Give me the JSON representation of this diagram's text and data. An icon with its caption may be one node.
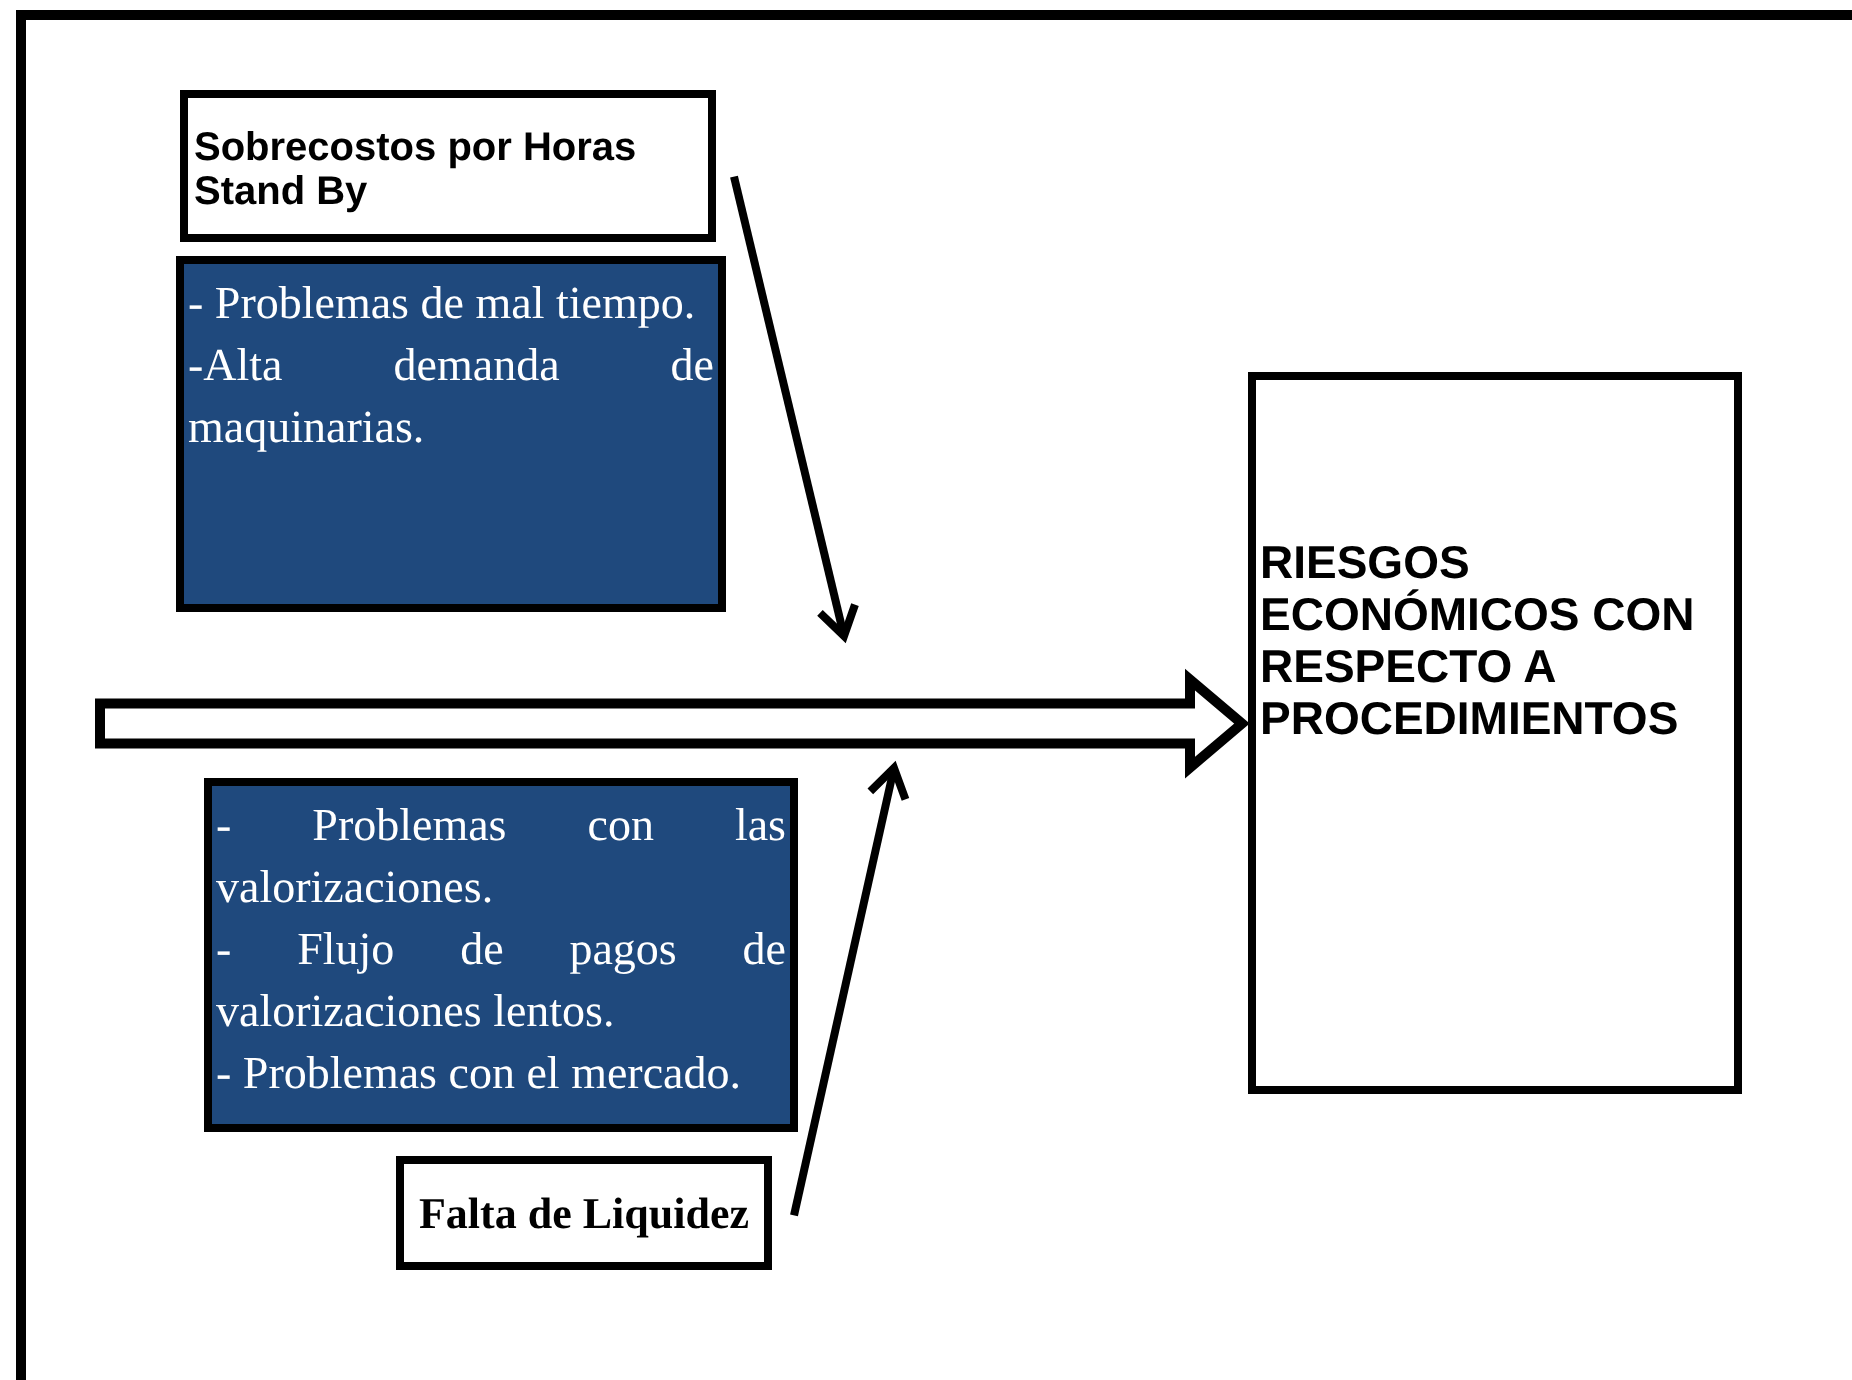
{
  "diagram": {
    "nodes": [
      {
        "text": [
          "Sobrecostos por Horas Stand By"
        ]
      },
      {
        "text": [
          "- Problemas de mal tiempo.",
          "-Alta demanda de maquinarias."
        ]
      },
      {
        "text": [
          "- Problemas con las valorizaciones.",
          "- Flujo de pagos de valorizaciones lentos.",
          "- Problemas con el mercado."
        ]
      },
      {
        "text": [
          "Falta de Liquidez"
        ]
      },
      {
        "text": [
          "RIESGOS ECONÓMICOS CON RESPECTO A PROCEDIMIENTOS"
        ]
      }
    ],
    "edges": [
      {
        "from": null,
        "to": 4,
        "arrow": "to",
        "style": "thick"
      },
      {
        "from": 0,
        "to": null,
        "arrow": "to"
      },
      {
        "from": 3,
        "to": null,
        "arrow": "to"
      }
    ]
  }
}
